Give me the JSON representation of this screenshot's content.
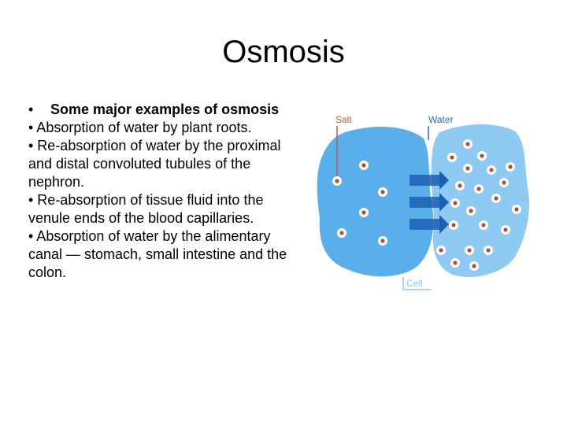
{
  "slide": {
    "title": "Osmosis",
    "heading": "Some major examples of osmosis",
    "heading_bullet": "•",
    "items": [
      "• Absorption of water by plant roots.",
      "• Re-absorption of water by the proximal and distal convoluted tubules of the nephron.",
      "• Re-absorption of tissue fluid into the venule ends of the blood capillaries.",
      "• Absorption of water by the alimentary canal — stomach, small intestine and the colon."
    ]
  },
  "diagram": {
    "labels": {
      "salt": "Salt",
      "water": "Water",
      "cell": "Cell"
    },
    "colors": {
      "left_cell": "#5aaeea",
      "right_cell": "#8fcaf3",
      "arrow": "#1c5fb5",
      "particle": "#a8503a",
      "salt_line": "#b8603a",
      "water_line": "#2c6bb0",
      "cell_line": "#8ec4ee"
    }
  }
}
